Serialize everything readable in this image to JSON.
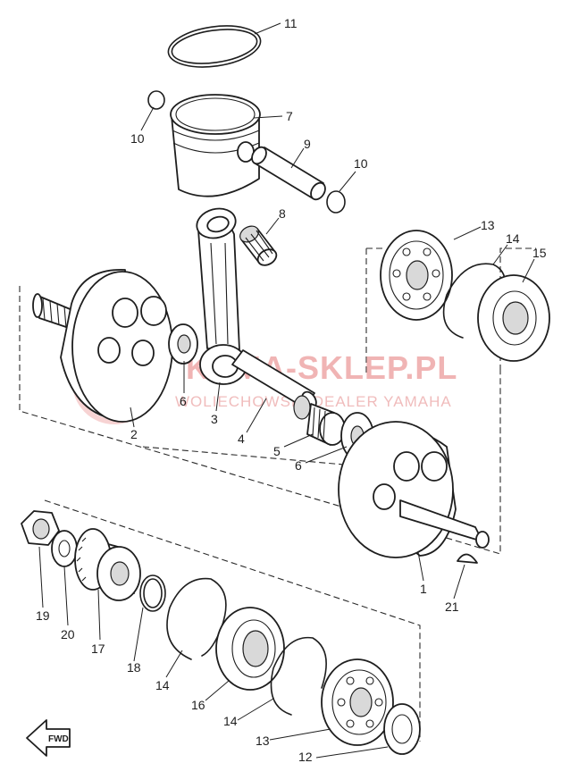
{
  "watermark": {
    "main": "KAMA-SKLEP.PL",
    "sub": "WOLIECHOWSKI DEALER YAMAHA"
  },
  "fwd_label": "FWD",
  "callouts": [
    {
      "id": "c11",
      "label": "11"
    },
    {
      "id": "c7",
      "label": "7"
    },
    {
      "id": "c10a",
      "label": "10"
    },
    {
      "id": "c9",
      "label": "9"
    },
    {
      "id": "c10b",
      "label": "10"
    },
    {
      "id": "c8",
      "label": "8"
    },
    {
      "id": "c13a",
      "label": "13"
    },
    {
      "id": "c14a",
      "label": "14"
    },
    {
      "id": "c15",
      "label": "15"
    },
    {
      "id": "c2",
      "label": "2"
    },
    {
      "id": "c6a",
      "label": "6"
    },
    {
      "id": "c3",
      "label": "3"
    },
    {
      "id": "c4",
      "label": "4"
    },
    {
      "id": "c5",
      "label": "5"
    },
    {
      "id": "c6b",
      "label": "6"
    },
    {
      "id": "c1",
      "label": "1"
    },
    {
      "id": "c21",
      "label": "21"
    },
    {
      "id": "c19",
      "label": "19"
    },
    {
      "id": "c20",
      "label": "20"
    },
    {
      "id": "c17",
      "label": "17"
    },
    {
      "id": "c18",
      "label": "18"
    },
    {
      "id": "c14b",
      "label": "14"
    },
    {
      "id": "c16",
      "label": "16"
    },
    {
      "id": "c14c",
      "label": "14"
    },
    {
      "id": "c13b",
      "label": "13"
    },
    {
      "id": "c12",
      "label": "12"
    }
  ]
}
